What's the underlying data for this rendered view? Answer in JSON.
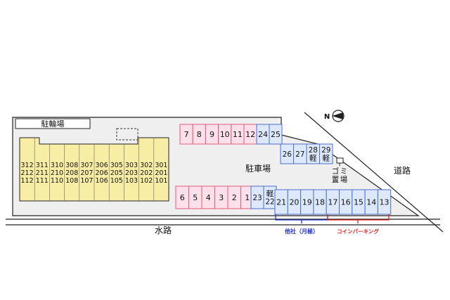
{
  "labels": {
    "bike_parking": "駐輪場",
    "parking_lot": "駐車場",
    "road": "道路",
    "waterway": "水路",
    "garbage_chars": [
      "ゴ",
      "ミ",
      "置",
      "場"
    ],
    "other_company": "他社（月極）",
    "coin_parking": "コインパーキング",
    "north": "N"
  },
  "building": {
    "floor3": [
      "312",
      "311",
      "310",
      "308",
      "307",
      "306",
      "305",
      "303",
      "302",
      "301"
    ],
    "floor2": [
      "212",
      "211",
      "210",
      "208",
      "207",
      "206",
      "205",
      "203",
      "202",
      "201"
    ],
    "floor1": [
      "112",
      "111",
      "110",
      "108",
      "107",
      "106",
      "105",
      "103",
      "102",
      "101"
    ]
  },
  "parking": {
    "top_row_pink": [
      "7",
      "8",
      "9",
      "10",
      "11",
      "12"
    ],
    "top_row_blue": [
      "24",
      "25"
    ],
    "middle_blue": [
      "26",
      "27",
      "28\n軽",
      "29\n軽"
    ],
    "bottom_pink": [
      "6",
      "5",
      "4",
      "3",
      "2",
      "1"
    ],
    "bottom_blue_left": [
      "23",
      "軽\n22"
    ],
    "bottom_blue_right": [
      "21",
      "20",
      "19",
      "18",
      "17",
      "16",
      "15",
      "14",
      "13"
    ]
  },
  "colors": {
    "pink_fill": "#fde0ea",
    "pink_stroke": "#e05a7a",
    "blue_fill": "#dde9fb",
    "blue_stroke": "#4a6fc8",
    "building_fill": "#f8eda4",
    "lot_fill": "#efefef",
    "other_company_text": "#2233cc",
    "coin_parking_text": "#dd2222"
  }
}
